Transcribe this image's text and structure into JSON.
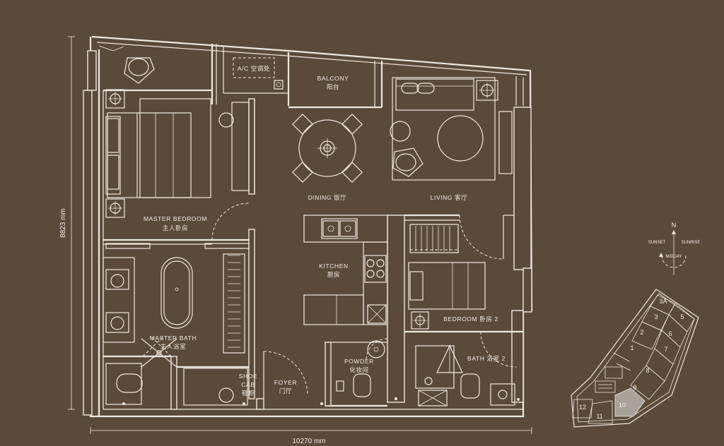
{
  "dimensions": {
    "height": "8823 mm",
    "width": "10270 mm"
  },
  "rooms": {
    "ac": "A/C 空调处",
    "balcony_en": "BALCONY",
    "balcony_cn": "阳台",
    "dining": "DINING 饭厅",
    "living": "LIVING 客厅",
    "master_bedroom_en": "MASTER BEDROOM",
    "master_bedroom_cn": "主人卧房",
    "kitchen_en": "KITCHEN",
    "kitchen_cn": "厨房",
    "bedroom2": "BEDROOM 卧房 2",
    "master_bath_en": "MASTER BATH",
    "master_bath_cn": "主人浴室",
    "powder_en": "POWDER",
    "powder_cn": "化妆间",
    "bath2": "BATH 浴室 2",
    "shoe_1": "SHOE",
    "shoe_2": "CAB",
    "shoe_3": "鞋柜",
    "foyer_en": "FOYER",
    "foyer_cn": "门厅"
  },
  "compass": {
    "north": "N",
    "sunset": "SUNSET",
    "sunrise": "SUNRISE",
    "midday": "MIDDAY"
  },
  "key_plan": {
    "units": [
      "3A",
      "3",
      "5",
      "2",
      "6",
      "1",
      "7",
      "8",
      "9",
      "10",
      "11",
      "12"
    ],
    "highlighted": "10",
    "colors": {
      "highlight": "#a8a29a",
      "background": "#5a4a3a",
      "line": "#efe9df"
    }
  }
}
